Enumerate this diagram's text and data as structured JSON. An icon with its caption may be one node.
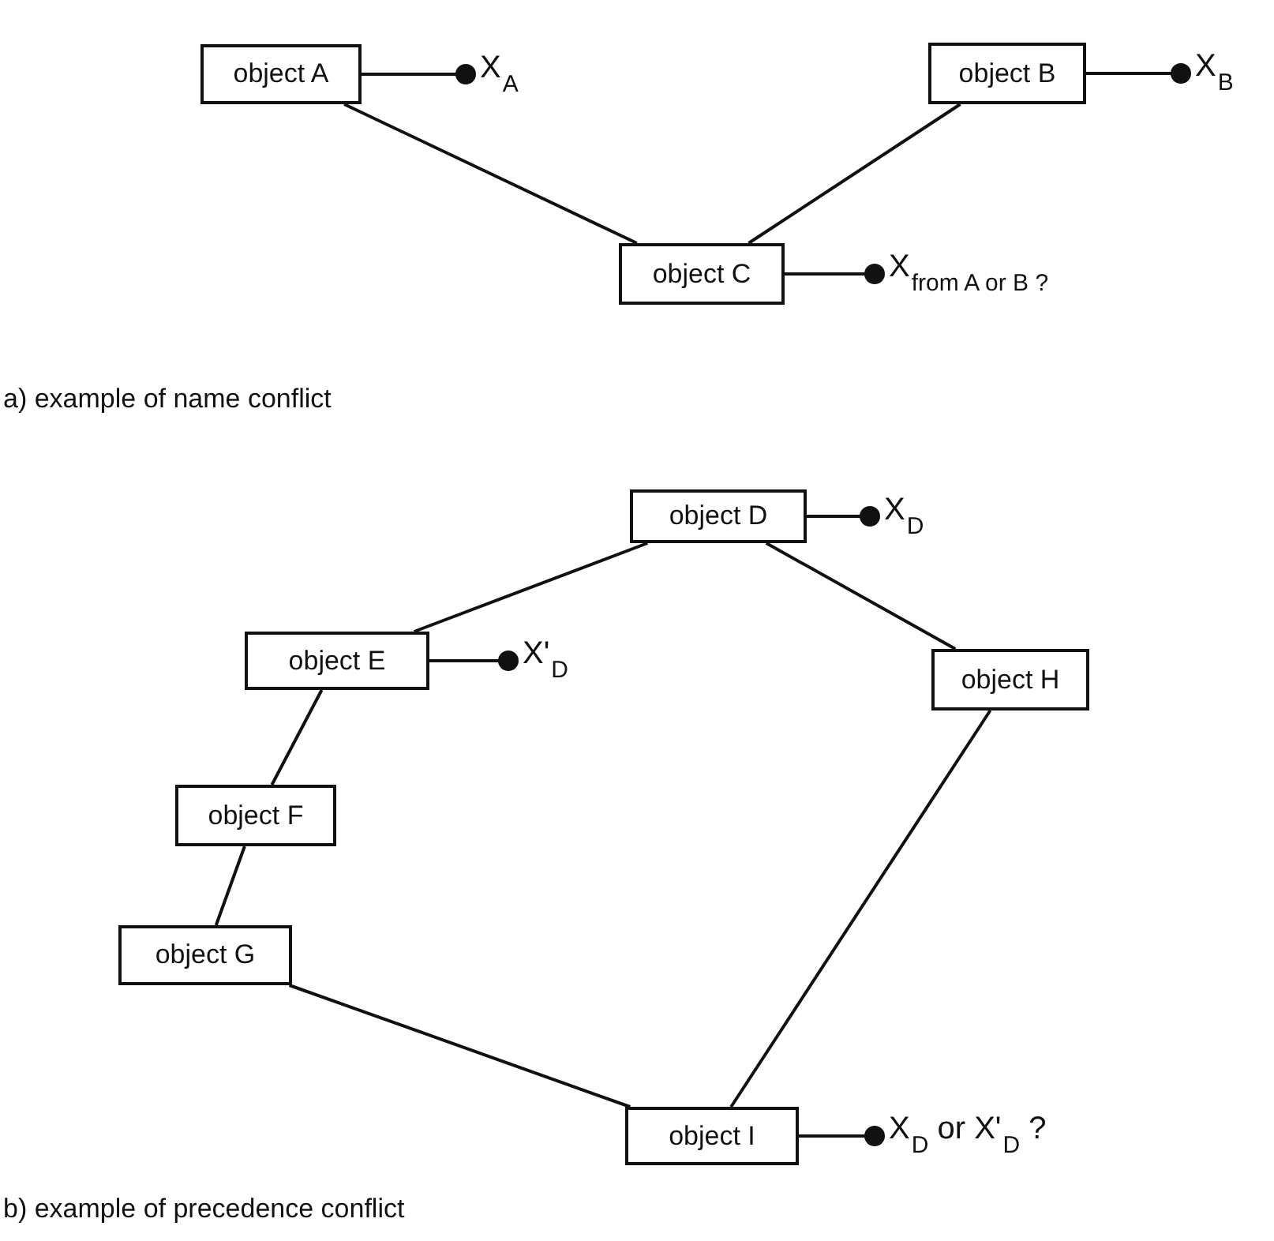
{
  "diagram": {
    "nodes": [
      {
        "text": [
          "object A"
        ]
      },
      {
        "text": [
          "X$_{A}$"
        ]
      },
      {
        "text": [
          "object B"
        ]
      },
      {
        "text": [
          "X$_{B}$"
        ]
      },
      {
        "text": [
          "object C"
        ]
      },
      {
        "text": [
          "X$_{from A or B ?}$"
        ]
      },
      {
        "text": [
          "object D"
        ]
      },
      {
        "text": [
          "X$_{D}$"
        ]
      },
      {
        "text": [
          "object E"
        ]
      },
      {
        "text": [
          "X'$_{D}$"
        ]
      },
      {
        "text": [
          "object H"
        ]
      },
      {
        "text": [
          "object F"
        ]
      },
      {
        "text": [
          "object G"
        ]
      },
      {
        "text": [
          "object I"
        ]
      },
      {
        "text": [
          "X$_{D}$ or X'$_{D}$ ?"
        ]
      }
    ],
    "edges": [
      {
        "from": 0,
        "to": 4,
        "arrow": "none"
      },
      {
        "from": 2,
        "to": 4,
        "arrow": "none"
      },
      {
        "from": 0,
        "to": 1,
        "arrow": "other"
      },
      {
        "from": 2,
        "to": 3,
        "arrow": "other"
      },
      {
        "from": 4,
        "to": 5,
        "arrow": "other"
      },
      {
        "from": 6,
        "to": 8,
        "arrow": "none"
      },
      {
        "from": 6,
        "to": 10,
        "arrow": "none"
      },
      {
        "from": 6,
        "to": 7,
        "arrow": "other"
      },
      {
        "from": 8,
        "to": 9,
        "arrow": "other"
      },
      {
        "from": 8,
        "to": 11,
        "arrow": "none"
      },
      {
        "from": 11,
        "to": 12,
        "arrow": "none"
      },
      {
        "from": 12,
        "to": 13,
        "arrow": "none"
      },
      {
        "from": 10,
        "to": 13,
        "arrow": "none"
      },
      {
        "from": 13,
        "to": 14,
        "arrow": "other"
      }
    ],
    "labels": [
      "a) example of name conflict",
      "b) example of precedence conflict"
    ]
  }
}
